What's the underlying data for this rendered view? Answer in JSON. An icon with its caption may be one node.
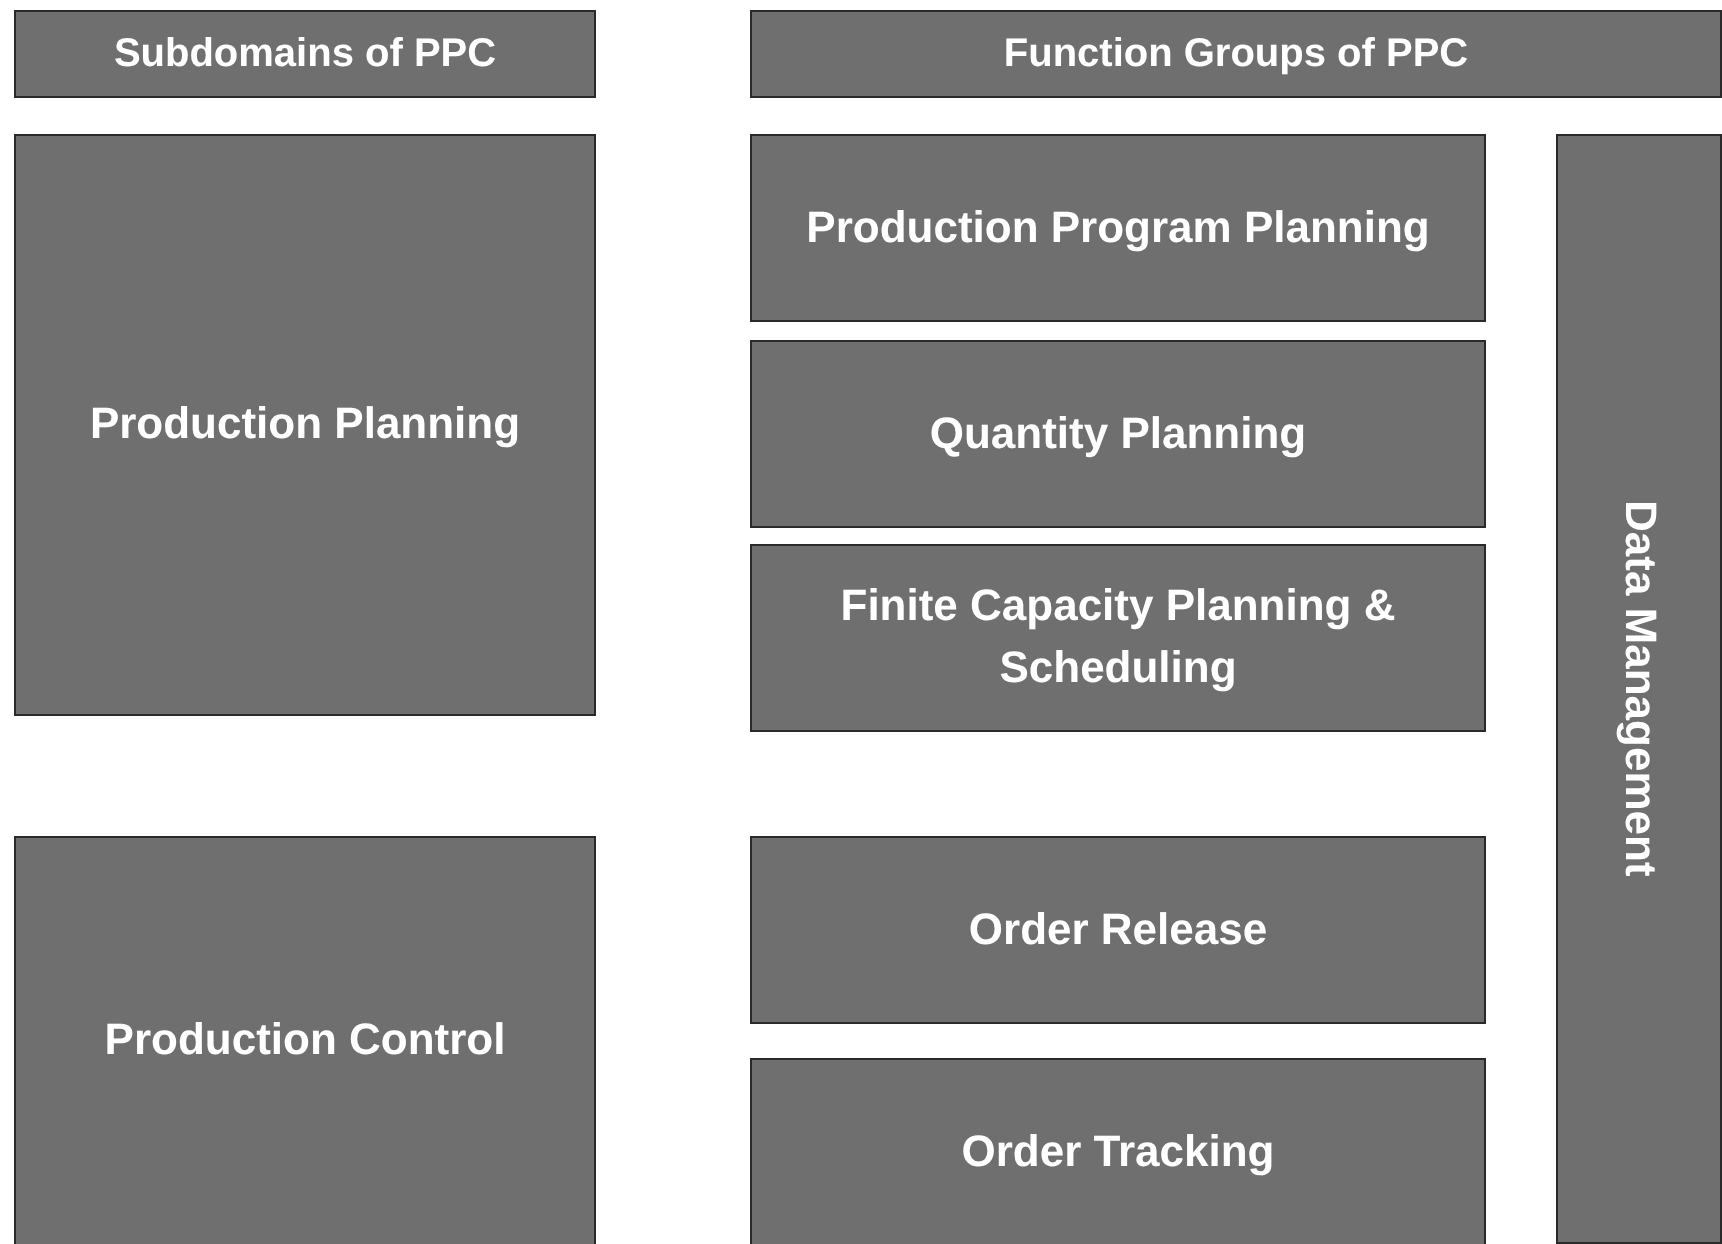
{
  "diagram": {
    "nodes": [
      {
        "text": [
          "Subdomains of PPC"
        ]
      },
      {
        "text": [
          "Function Groups of PPC"
        ]
      },
      {
        "text": [
          "Production Planning"
        ]
      },
      {
        "text": [
          "Production Program Planning"
        ]
      },
      {
        "text": [
          "Quantity Planning"
        ]
      },
      {
        "text": [
          "Finite Capacity Planning & Scheduling"
        ]
      },
      {
        "text": [
          "Data Management"
        ]
      },
      {
        "text": [
          "Production Control"
        ]
      },
      {
        "text": [
          "Order Release"
        ]
      },
      {
        "text": [
          "Order Tracking"
        ]
      }
    ]
  }
}
